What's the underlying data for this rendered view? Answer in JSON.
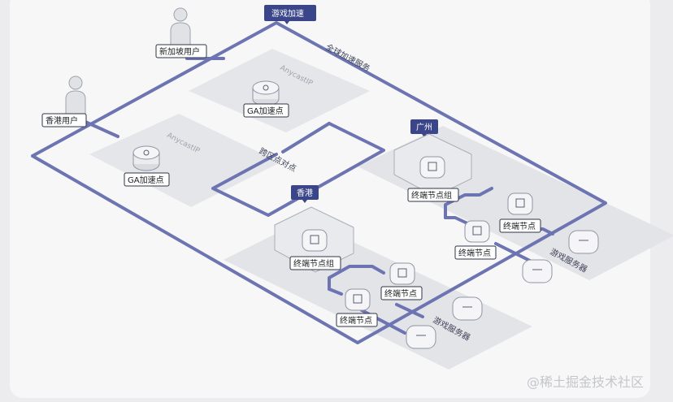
{
  "labels": {
    "game_accel": "游戏加速",
    "global_net": "全球加速服务",
    "sg_user": "新加坡用户",
    "hk_user": "香港用户",
    "anycast_top": "AnycastIP",
    "anycast_left": "AnycastIP",
    "ga_top": "GA加速点",
    "ga_left": "GA加速点",
    "p2p": "跨区点对点",
    "guangzhou": "广州",
    "hongkong": "香港",
    "gz_group": "终端节点组",
    "hk_group": "终端节点组",
    "gz_node_a": "终端节点",
    "gz_node_b": "终端节点",
    "hk_node_a": "终端节点",
    "hk_node_b": "终端节点",
    "gz_servers": "游戏服务器",
    "hk_servers": "游戏服务器",
    "watermark": "@稀土掘金技术社区"
  },
  "colors": {
    "line": "#6c74b2",
    "tag": "#3a4689",
    "panel": "#e3e4e8",
    "background": "#ececee",
    "card": "#f7f7f8"
  }
}
